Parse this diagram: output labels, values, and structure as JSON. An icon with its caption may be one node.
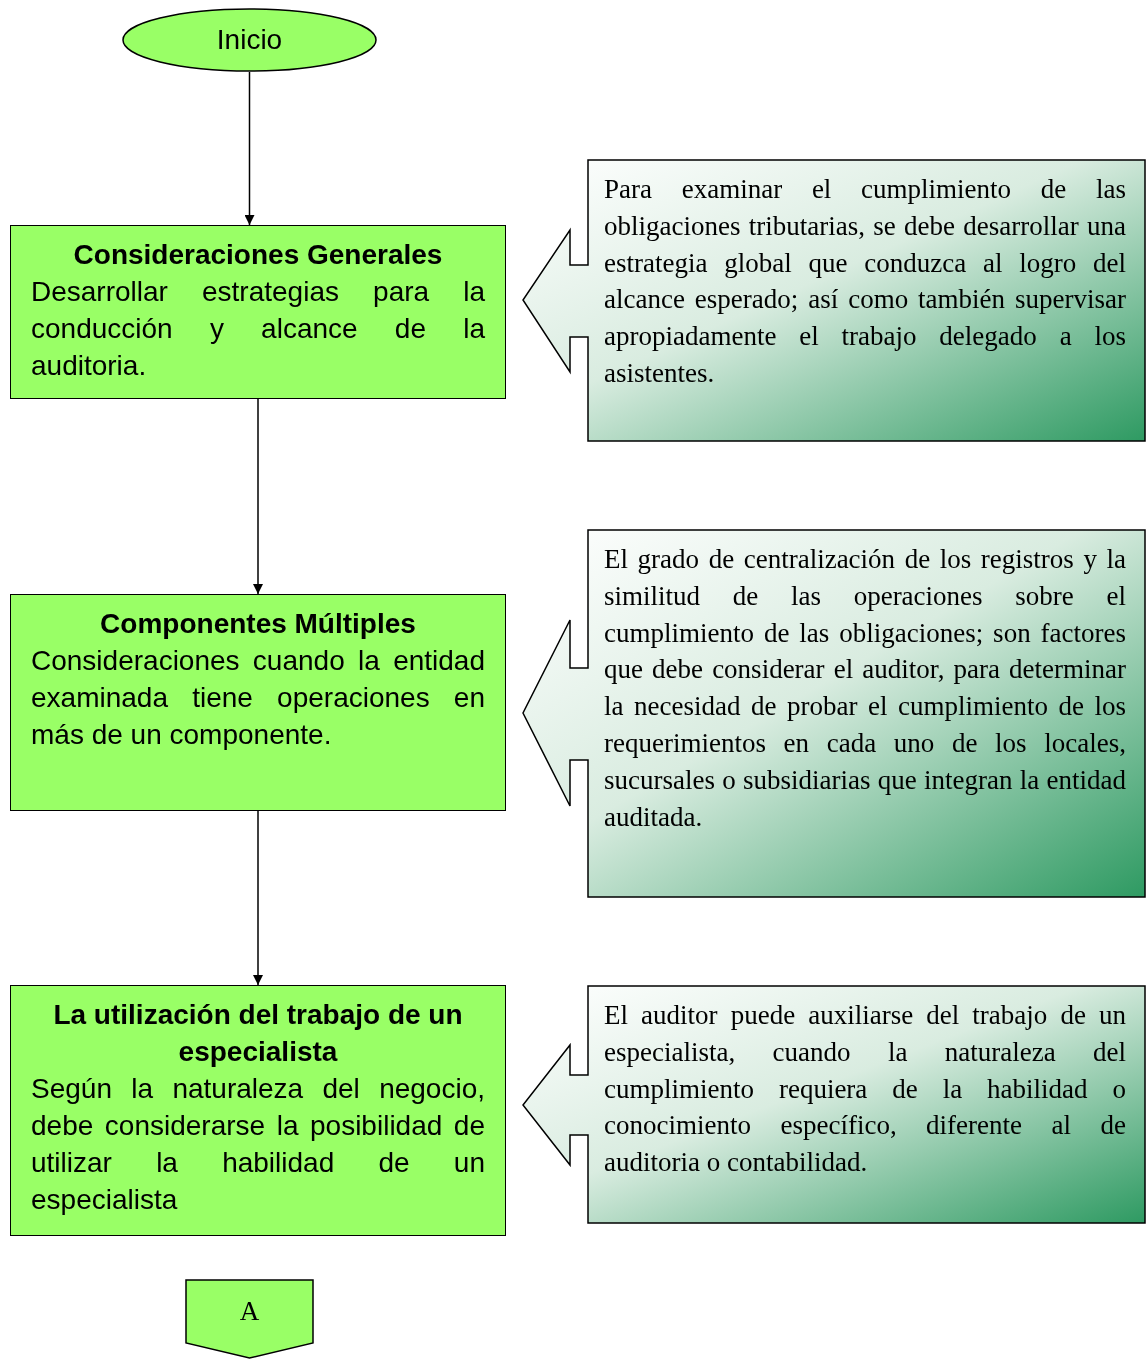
{
  "diagram": {
    "nodes": [
      {
        "text": [
          "Inicio"
        ]
      },
      {
        "text": [
          "Consideraciones Generales",
          "Desarrollar estrategias para la conducción y alcance de la auditoria."
        ]
      },
      {
        "text": [
          "Para examinar el cumplimiento de las obligaciones tributarias, se debe desarrollar una estrategia global que conduzca al logro del alcance esperado; así como también supervisar apropiadamente el trabajo delegado a los asistentes."
        ]
      },
      {
        "text": [
          "Componentes Múltiples",
          "Consideraciones cuando la entidad examinada tiene operaciones en más de un componente."
        ]
      },
      {
        "text": [
          "El grado de centralización de los registros y la similitud de las operaciones sobre el cumplimiento de las obligaciones; son factores que debe considerar el auditor, para determinar la necesidad de probar el cumplimiento de los requerimientos en cada uno de los locales, sucursales o subsidiarias que integran la entidad auditada."
        ]
      },
      {
        "text": [
          "La utilización del trabajo de un especialista",
          "Según la naturaleza del negocio, debe considerarse la posibilidad de utilizar la habilidad de un especialista"
        ]
      },
      {
        "text": [
          "El auditor puede auxiliarse del trabajo de un especialista, cuando la naturaleza del cumplimiento requiera de la habilidad o conocimiento específico, diferente al de auditoria o contabilidad."
        ]
      },
      {
        "text": [
          "A"
        ]
      }
    ],
    "edges": [
      {
        "from": 0,
        "to": 1,
        "arrow": "to"
      },
      {
        "from": 1,
        "to": 3,
        "arrow": "to"
      },
      {
        "from": 3,
        "to": 5,
        "arrow": "to"
      }
    ]
  }
}
